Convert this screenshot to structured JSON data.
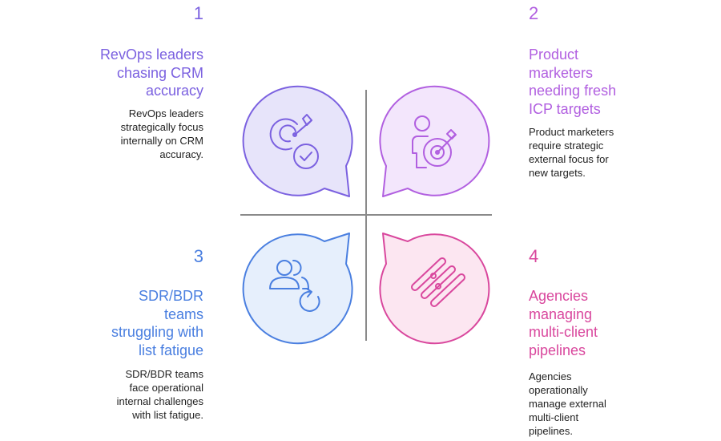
{
  "colors": {
    "purple": "#7B61E0",
    "violet": "#B15FE0",
    "blue": "#4A7FE0",
    "pink": "#D9479D",
    "divider": "#8A8A8A"
  },
  "quadrants": [
    {
      "number": "1",
      "title_lines": [
        "RevOps leaders",
        "chasing CRM",
        "accuracy"
      ],
      "desc_lines": [
        "RevOps leaders",
        "strategically focus",
        "internally on CRM",
        "accuracy."
      ],
      "icon": "target-check-icon"
    },
    {
      "number": "2",
      "title_lines": [
        "Product",
        "marketers",
        "needing fresh",
        "ICP targets"
      ],
      "desc_lines": [
        "Product marketers",
        "require strategic",
        "external focus for",
        "new targets."
      ],
      "icon": "person-target-icon"
    },
    {
      "number": "3",
      "title_lines": [
        "SDR/BDR",
        "teams",
        "struggling with",
        "list fatigue"
      ],
      "desc_lines": [
        "SDR/BDR teams",
        "face operational",
        "internal challenges",
        "with list fatigue."
      ],
      "icon": "users-refresh-icon"
    },
    {
      "number": "4",
      "title_lines": [
        "Agencies",
        "managing",
        "multi-client",
        "pipelines"
      ],
      "desc_lines": [
        "Agencies",
        "operationally",
        "manage external",
        "multi-client",
        "pipelines."
      ],
      "icon": "pipelines-icon"
    }
  ]
}
